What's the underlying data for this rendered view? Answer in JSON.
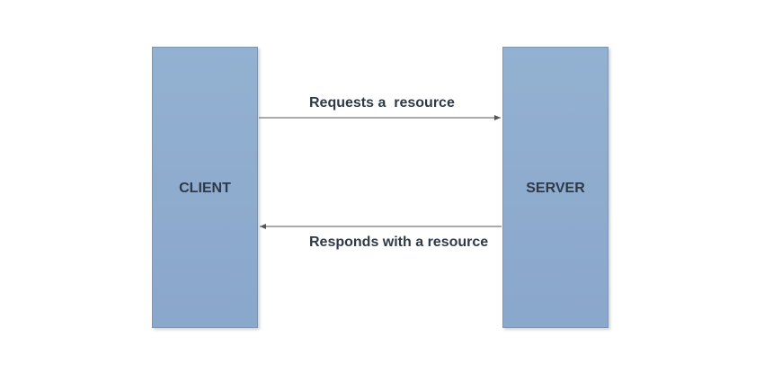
{
  "diagram": {
    "nodes": [
      {
        "id": "client",
        "label": "CLIENT"
      },
      {
        "id": "server",
        "label": "SERVER"
      }
    ],
    "edges": [
      {
        "from": "client",
        "to": "server",
        "label": "Requests a  resource"
      },
      {
        "from": "server",
        "to": "client",
        "label": "Responds with a resource"
      }
    ]
  },
  "colors": {
    "block_fill": "#8eacce",
    "block_border": "#7f96b3",
    "text": "#2f3a48",
    "arrow": "#555555"
  }
}
